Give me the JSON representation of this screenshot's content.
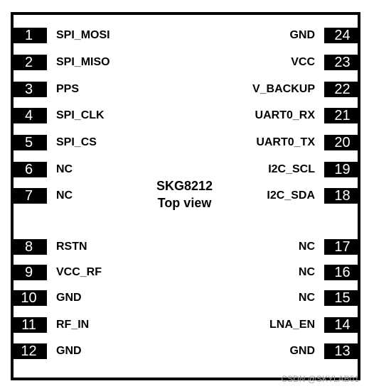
{
  "chip": {
    "name": "SKG8212",
    "view": "Top view"
  },
  "left_pins": [
    {
      "number": "1",
      "label": "SPI_MOSI"
    },
    {
      "number": "2",
      "label": "SPI_MISO"
    },
    {
      "number": "3",
      "label": "PPS"
    },
    {
      "number": "4",
      "label": "SPI_CLK"
    },
    {
      "number": "5",
      "label": "SPI_CS"
    },
    {
      "number": "6",
      "label": "NC"
    },
    {
      "number": "7",
      "label": "NC"
    },
    {
      "number": "8",
      "label": "RSTN"
    },
    {
      "number": "9",
      "label": "VCC_RF"
    },
    {
      "number": "10",
      "label": "GND"
    },
    {
      "number": "11",
      "label": "RF_IN"
    },
    {
      "number": "12",
      "label": "GND"
    }
  ],
  "right_pins": [
    {
      "number": "24",
      "label": "GND"
    },
    {
      "number": "23",
      "label": "VCC"
    },
    {
      "number": "22",
      "label": "V_BACKUP"
    },
    {
      "number": "21",
      "label": "UART0_RX"
    },
    {
      "number": "20",
      "label": "UART0_TX"
    },
    {
      "number": "19",
      "label": "I2C_SCL"
    },
    {
      "number": "18",
      "label": "I2C_SDA"
    },
    {
      "number": "17",
      "label": "NC"
    },
    {
      "number": "16",
      "label": "NC"
    },
    {
      "number": "15",
      "label": "NC"
    },
    {
      "number": "14",
      "label": "LNA_EN"
    },
    {
      "number": "13",
      "label": "GND"
    }
  ],
  "watermark": "CSDN @SKYLAB01"
}
